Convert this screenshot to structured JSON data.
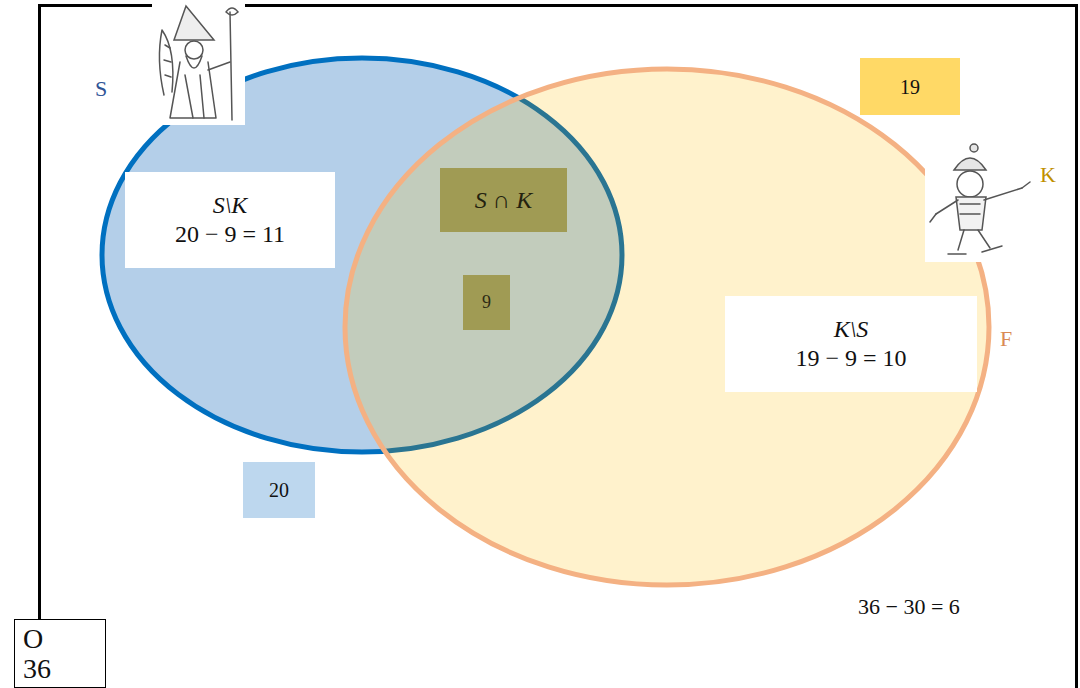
{
  "diagram": {
    "nodes": [
      {
        "text": [
          "36 − 30 = 6"
        ]
      },
      {
        "text": [
          "S"
        ],
        "in": 0
      },
      {
        "text": [
          "S\\K",
          "20 − 9 = 11"
        ],
        "in": 1
      },
      {
        "text": [
          "S ∩ K"
        ],
        "in": 1
      },
      {
        "text": [
          "9"
        ],
        "in": 1
      },
      {
        "text": [
          "20"
        ],
        "in": 0
      },
      {
        "text": [
          "K"
        ],
        "in": 0
      },
      {
        "text": [
          "19"
        ],
        "in": 0
      },
      {
        "text": [
          "K\\S",
          "19 − 9 = 10"
        ],
        "in": 6
      },
      {
        "text": [
          "O",
          "36"
        ]
      }
    ],
    "labels": [
      "F"
    ]
  }
}
